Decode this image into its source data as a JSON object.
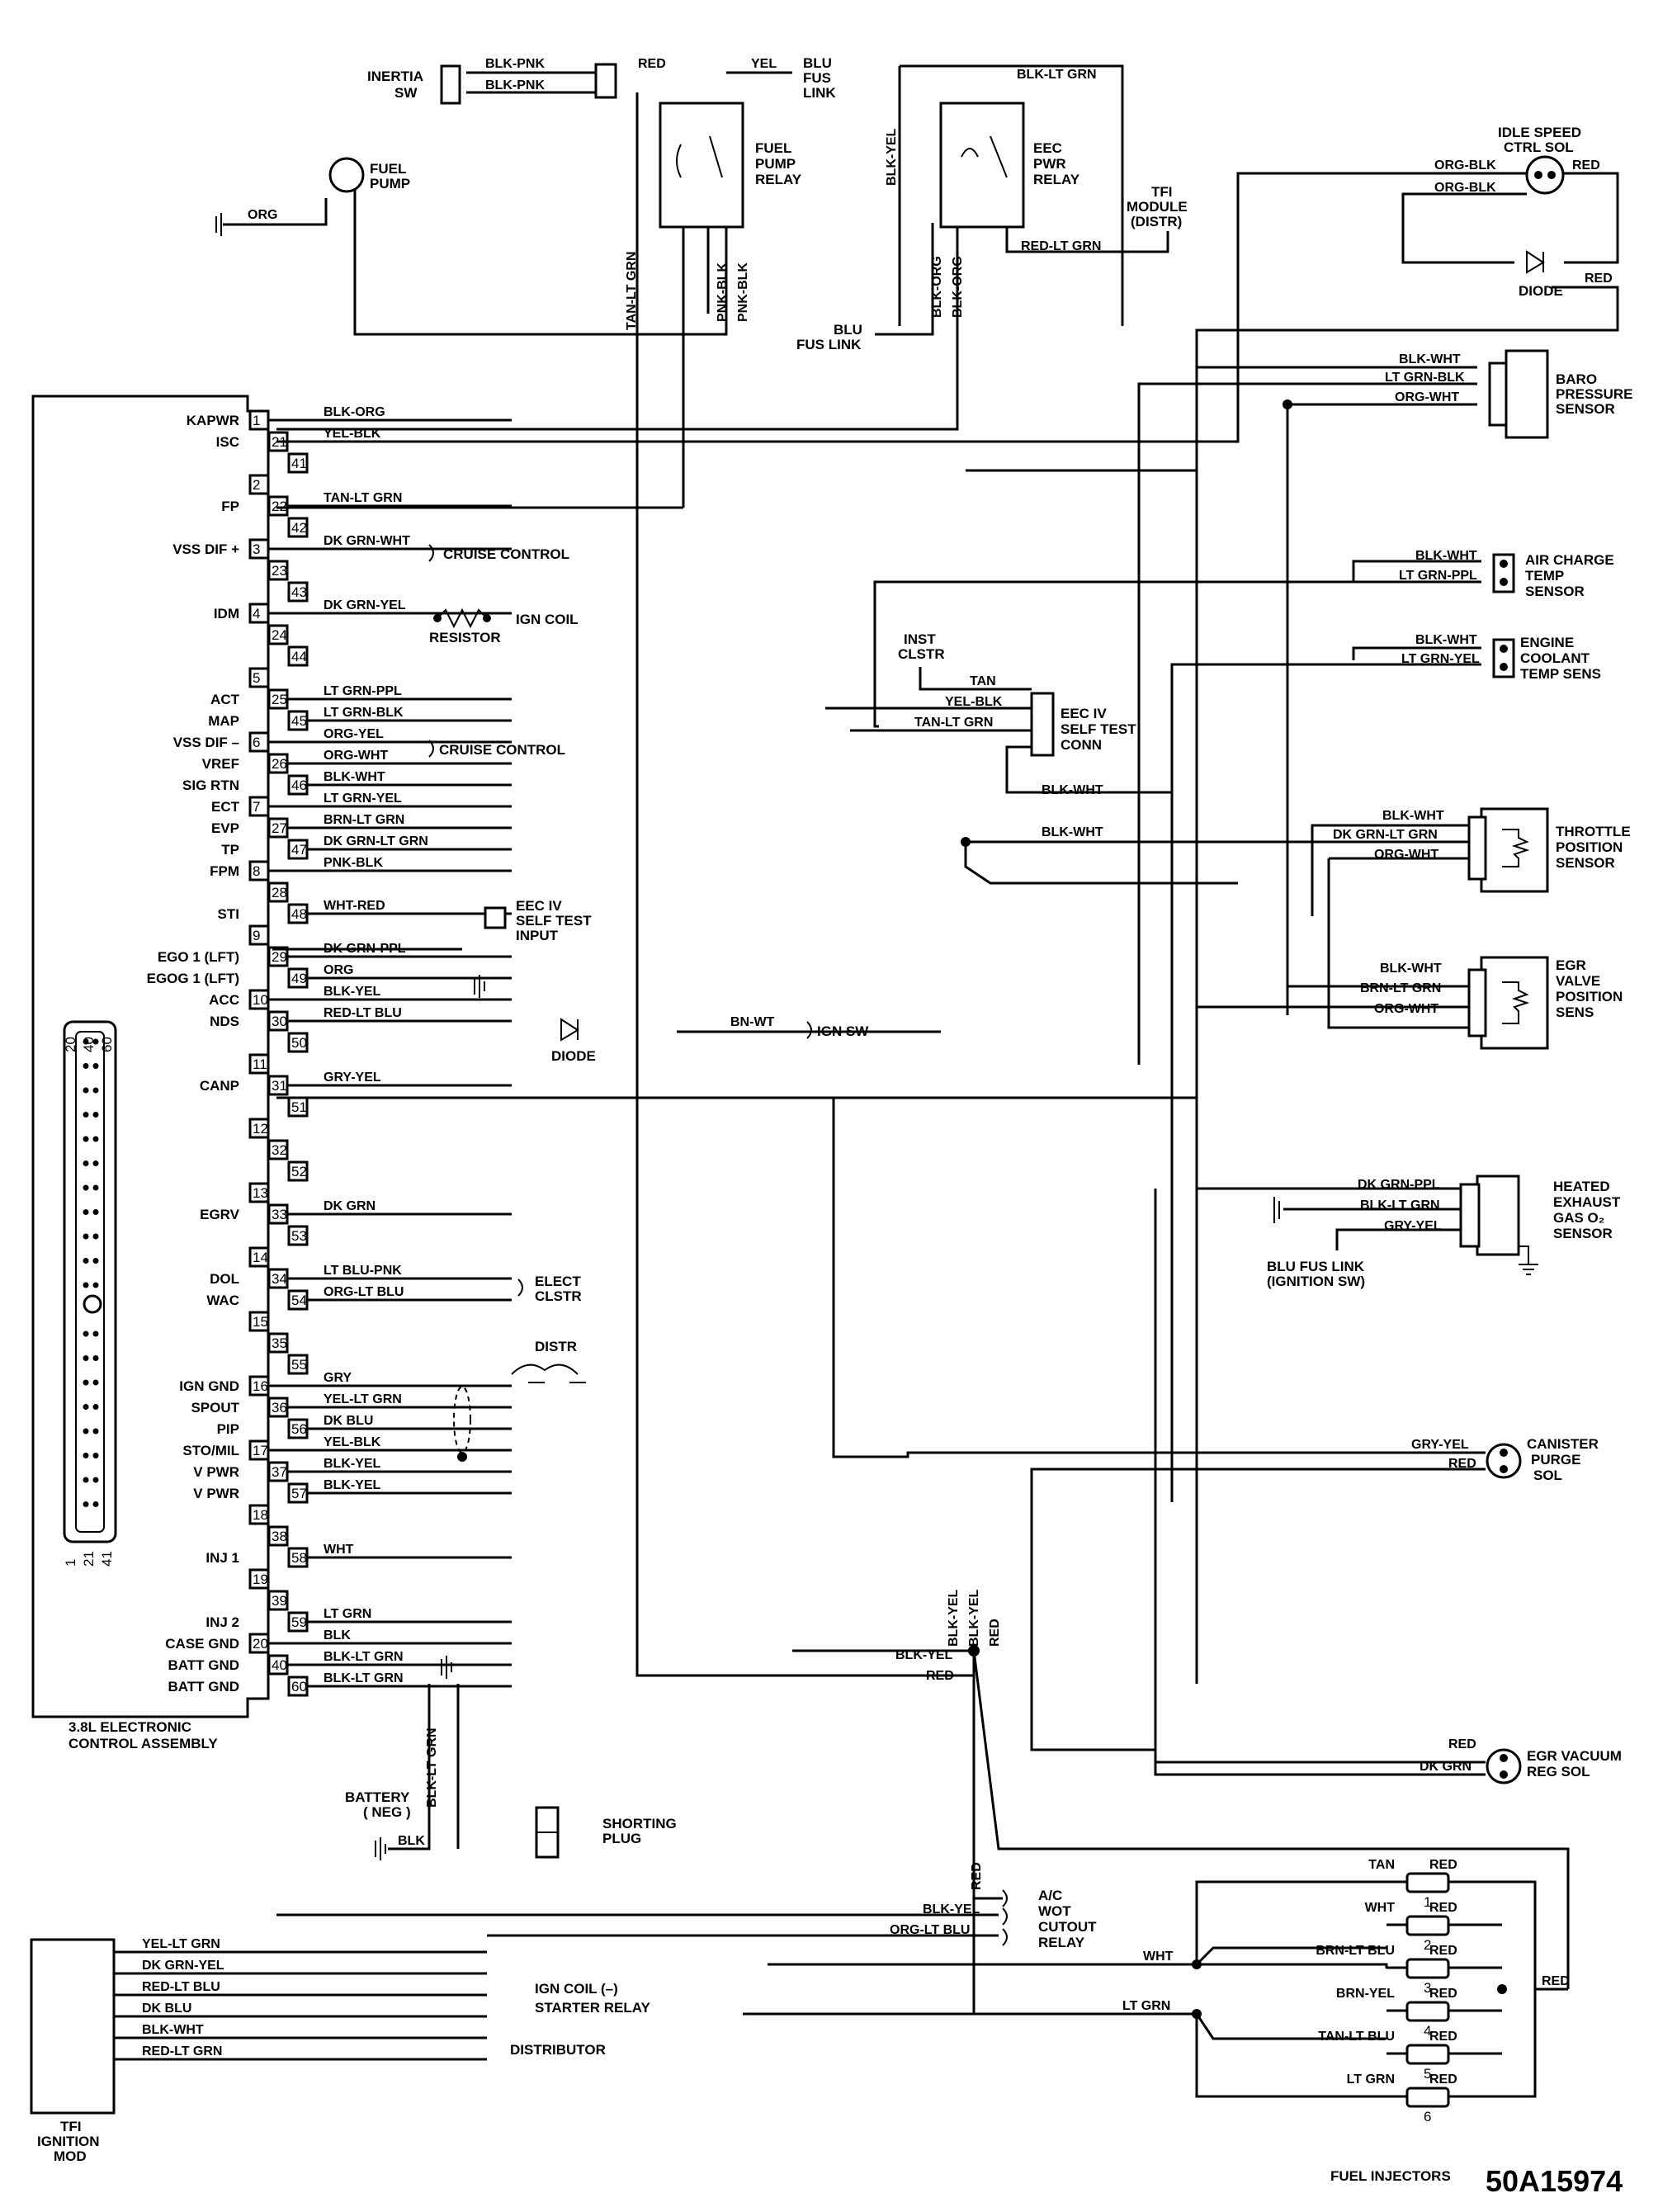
{
  "figure_code": "50A15974",
  "ecu": {
    "title_line1": "3.8L ELECTRONIC",
    "title_line2": "CONTROL ASSEMBLY",
    "connector_numbers": [
      "20",
      "40",
      "60",
      "1",
      "21",
      "41"
    ]
  },
  "pin_rows": [
    {
      "pins": [
        "1",
        "21",
        "41"
      ],
      "signals": [
        "KAPWR",
        "ISC",
        ""
      ],
      "wires": [
        "BLK-ORG",
        "YEL-BLK",
        ""
      ]
    },
    {
      "pins": [
        "2",
        "22",
        "42"
      ],
      "signals": [
        "",
        "FP",
        ""
      ],
      "wires": [
        "",
        "TAN-LT GRN",
        ""
      ]
    },
    {
      "pins": [
        "3",
        "23",
        "43"
      ],
      "signals": [
        "VSS DIF +",
        "",
        ""
      ],
      "wires": [
        "DK GRN-WHT",
        "",
        ""
      ]
    },
    {
      "pins": [
        "4",
        "24",
        "44"
      ],
      "signals": [
        "IDM",
        "",
        ""
      ],
      "wires": [
        "DK GRN-YEL",
        "",
        ""
      ]
    },
    {
      "pins": [
        "5",
        "25",
        "45"
      ],
      "signals": [
        "",
        "ACT",
        "MAP"
      ],
      "wires": [
        "",
        "LT GRN-PPL",
        "LT GRN-BLK"
      ]
    },
    {
      "pins": [
        "6",
        "26",
        "46"
      ],
      "signals": [
        "VSS DIF –",
        "VREF",
        "SIG RTN"
      ],
      "wires": [
        "ORG-YEL",
        "ORG-WHT",
        "BLK-WHT"
      ]
    },
    {
      "pins": [
        "7",
        "27",
        "47"
      ],
      "signals": [
        "ECT",
        "EVP",
        "TP"
      ],
      "wires": [
        "LT GRN-YEL",
        "BRN-LT GRN",
        "DK GRN-LT GRN"
      ]
    },
    {
      "pins": [
        "8",
        "28",
        "48"
      ],
      "signals": [
        "FPM",
        "",
        "STI"
      ],
      "wires": [
        "PNK-BLK",
        "",
        "WHT-RED"
      ]
    },
    {
      "pins": [
        "9",
        "29",
        "49"
      ],
      "signals": [
        "",
        "EGO 1 (LFT)",
        "EGOG 1 (LFT)"
      ],
      "wires": [
        "",
        "DK GRN-PPL",
        "ORG"
      ]
    },
    {
      "pins": [
        "10",
        "30",
        "50"
      ],
      "signals": [
        "ACC",
        "NDS",
        ""
      ],
      "wires": [
        "BLK-YEL",
        "RED-LT BLU",
        ""
      ]
    },
    {
      "pins": [
        "11",
        "31",
        "51"
      ],
      "signals": [
        "",
        "CANP",
        ""
      ],
      "wires": [
        "",
        "GRY-YEL",
        ""
      ]
    },
    {
      "pins": [
        "12",
        "32",
        "52"
      ],
      "signals": [
        "",
        "",
        ""
      ],
      "wires": [
        "",
        "",
        ""
      ]
    },
    {
      "pins": [
        "13",
        "33",
        "53"
      ],
      "signals": [
        "",
        "EGRV",
        ""
      ],
      "wires": [
        "",
        "DK GRN",
        ""
      ]
    },
    {
      "pins": [
        "14",
        "34",
        "54"
      ],
      "signals": [
        "",
        "DOL",
        "WAC"
      ],
      "wires": [
        "",
        "LT BLU-PNK",
        "ORG-LT BLU"
      ]
    },
    {
      "pins": [
        "15",
        "35",
        "55"
      ],
      "signals": [
        "",
        "",
        ""
      ],
      "wires": [
        "",
        "",
        ""
      ]
    },
    {
      "pins": [
        "16",
        "36",
        "56"
      ],
      "signals": [
        "IGN GND",
        "SPOUT",
        "PIP"
      ],
      "wires": [
        "GRY",
        "YEL-LT GRN",
        "DK BLU"
      ]
    },
    {
      "pins": [
        "17",
        "37",
        "57"
      ],
      "signals": [
        "STO/MIL",
        "V PWR",
        "V PWR"
      ],
      "wires": [
        "YEL-BLK",
        "BLK-YEL",
        "BLK-YEL"
      ]
    },
    {
      "pins": [
        "18",
        "38",
        "58"
      ],
      "signals": [
        "",
        "",
        "INJ 1"
      ],
      "wires": [
        "",
        "",
        "WHT"
      ]
    },
    {
      "pins": [
        "19",
        "39",
        "59"
      ],
      "signals": [
        "",
        "",
        "INJ 2"
      ],
      "wires": [
        "",
        "",
        "LT GRN"
      ]
    },
    {
      "pins": [
        "20",
        "40",
        "60"
      ],
      "signals": [
        "CASE GND",
        "BATT GND",
        "BATT GND"
      ],
      "wires": [
        "BLK",
        "BLK-LT GRN",
        "BLK-LT GRN"
      ]
    }
  ],
  "components": {
    "inertia_sw": [
      "INERTIA",
      "SW"
    ],
    "fuel_pump": [
      "FUEL",
      "PUMP"
    ],
    "fuel_pump_relay": [
      "FUEL",
      "PUMP",
      "RELAY"
    ],
    "blu_fus_link_top": [
      "BLU",
      "FUS",
      "LINK"
    ],
    "eec_pwr_relay": [
      "EEC",
      "PWR",
      "RELAY"
    ],
    "tfi_module_distr": [
      "TFI",
      "MODULE",
      "(DISTR)"
    ],
    "idle_speed_ctrl_sol": [
      "IDLE SPEED",
      "CTRL SOL"
    ],
    "diode_top": "DIODE",
    "baro_pressure_sensor": [
      "BARO",
      "PRESSURE",
      "SENSOR"
    ],
    "air_charge_temp_sensor": [
      "AIR CHARGE",
      "TEMP",
      "SENSOR"
    ],
    "engine_coolant_temp_sens": [
      "ENGINE",
      "COOLANT",
      "TEMP SENS"
    ],
    "inst_clstr": [
      "INST",
      "CLSTR"
    ],
    "eec_iv_self_test_conn": [
      "EEC IV",
      "SELF TEST",
      "CONN"
    ],
    "throttle_position_sensor": [
      "THROTTLE",
      "POSITION",
      "SENSOR"
    ],
    "egr_valve_position_sens": [
      "EGR",
      "VALVE",
      "POSITION",
      "SENS"
    ],
    "heated_exhaust_gas_o2_sensor": [
      "HEATED",
      "EXHAUST",
      "GAS O₂",
      "SENSOR"
    ],
    "blu_fus_link_ignition": [
      "BLU FUS LINK",
      "(IGNITION SW)"
    ],
    "canister_purge_sol": [
      "CANISTER",
      "PURGE",
      "SOL"
    ],
    "egr_vacuum_reg_sol": [
      "EGR VACUUM",
      "REG SOL"
    ],
    "ac_wot_cutout_relay": [
      "A/C",
      "WOT",
      "CUTOUT",
      "RELAY"
    ],
    "fuel_injectors": "FUEL INJECTORS",
    "tfi_ignition_mod": [
      "TFI",
      "IGNITION",
      "MOD"
    ],
    "battery_neg": [
      "BATTERY",
      "( NEG )"
    ],
    "shorting_plug": [
      "SHORTING",
      "PLUG"
    ],
    "distr": "DISTR",
    "elect_clstr": [
      "ELECT",
      "CLSTR"
    ],
    "eec_iv_self_test_input": [
      "EEC IV",
      "SELF TEST",
      "INPUT"
    ],
    "cruise_control": "CRUISE CONTROL",
    "ign_coil": "IGN COIL",
    "resistor": "RESISTOR",
    "ign_sw": "IGN SW",
    "diode_nds": "DIODE",
    "blu_fus_link_relay": [
      "BLU",
      "FUS LINK"
    ]
  },
  "wire_labels": {
    "blk_pnk": "BLK-PNK",
    "red": "RED",
    "yel": "YEL",
    "blk_lt_grn": "BLK-LT GRN",
    "org": "ORG",
    "tan_lt_grn": "TAN-LT GRN",
    "pnk_blk": "PNK-BLK",
    "blk_yel": "BLK-YEL",
    "blk_org": "BLK-ORG",
    "red_lt_grn": "RED-LT GRN",
    "org_blk": "ORG-BLK",
    "blk_wht": "BLK-WHT",
    "lt_grn_blk": "LT GRN-BLK",
    "org_wht": "ORG-WHT",
    "lt_grn_ppl": "LT GRN-PPL",
    "lt_grn_yel": "LT GRN-YEL",
    "tan": "TAN",
    "yel_blk": "YEL-BLK",
    "dk_grn_lt_grn": "DK GRN-LT GRN",
    "brn_lt_grn": "BRN-LT GRN",
    "dk_grn_ppl": "DK GRN-PPL",
    "gry_yel": "GRY-YEL",
    "bn_wt": "BN-WT",
    "dk_grn": "DK GRN",
    "org_lt_blu": "ORG-LT BLU",
    "wht": "WHT",
    "lt_grn": "LT GRN",
    "blk": "BLK",
    "blu": "BLU"
  },
  "tfi_wires": [
    "YEL-LT GRN",
    "DK GRN-YEL",
    "RED-LT BLU",
    "DK BLU",
    "BLK-WHT",
    "RED-LT GRN"
  ],
  "tfi_destinations": [
    "IGN COIL (–)",
    "STARTER RELAY",
    "DISTRIBUTOR"
  ],
  "injectors": [
    {
      "num": "1",
      "wire": "TAN",
      "feed": "RED"
    },
    {
      "num": "2",
      "wire": "WHT",
      "feed": "RED"
    },
    {
      "num": "3",
      "wire": "BRN-LT BLU",
      "feed": "RED"
    },
    {
      "num": "4",
      "wire": "BRN-YEL",
      "feed": "RED"
    },
    {
      "num": "5",
      "wire": "TAN-LT BLU",
      "feed": "RED"
    },
    {
      "num": "6",
      "wire": "LT GRN",
      "feed": "RED"
    }
  ]
}
